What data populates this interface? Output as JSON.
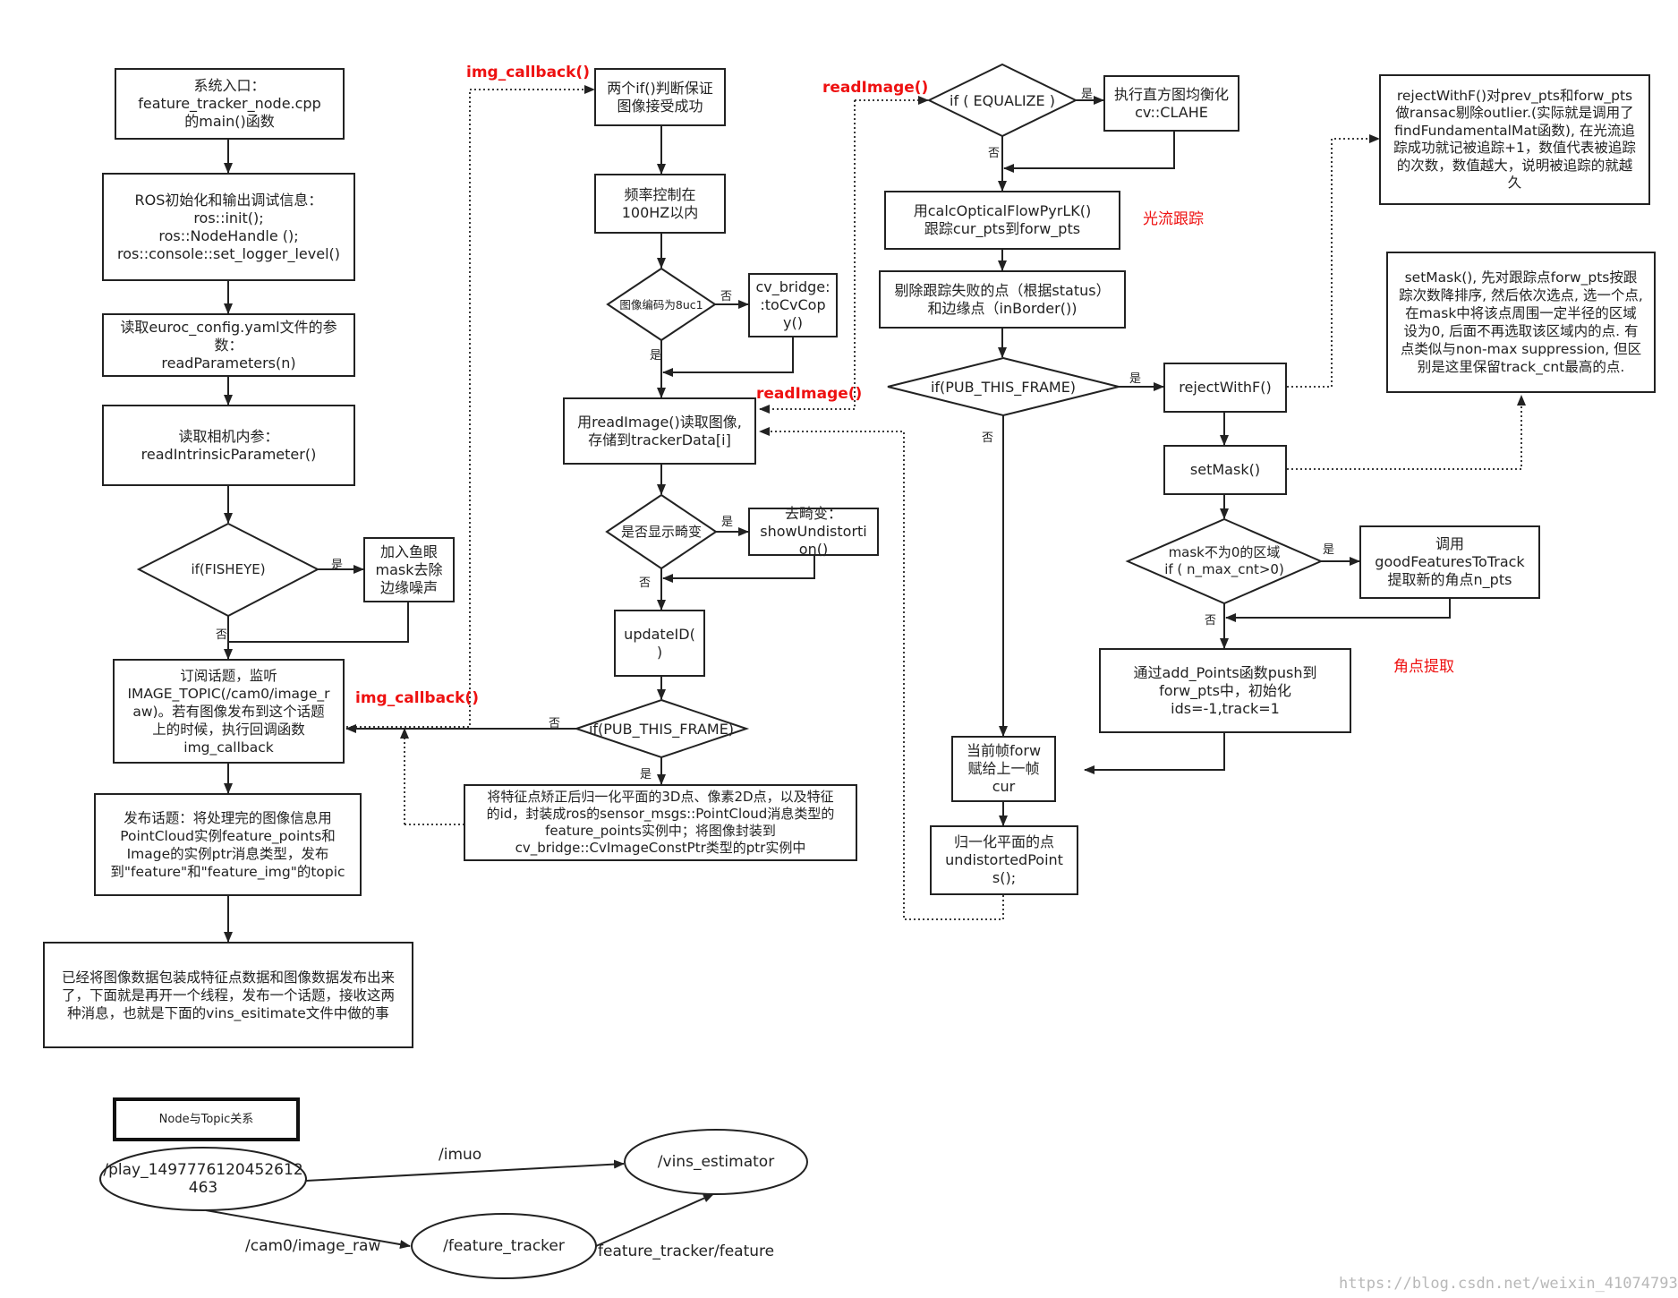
{
  "left_column": {
    "entry": "系统入口：\nfeature_tracker_node.cpp\n的main()函数",
    "ros_init": "ROS初始化和输出调试信息：\nros::init();\nros::NodeHandle ();\nros::console::set_logger_level()",
    "read_config": "读取euroc_config.yaml文件的参\n数：\nreadParameters(n)",
    "read_intrinsic": "读取相机内参：\nreadIntrinsicParameter()",
    "fisheye_decision": "if(FISHEYE)",
    "fisheye_mask": "加入鱼眼\nmask去除\n边缘噪声",
    "subscribe": "订阅话题，监听\nIMAGE_TOPIC(/cam0/image_r\naw)。若有图像发布到这个话题\n上的时候，执行回调函数\nimg_callback",
    "publish": "发布话题：将处理完的图像信息用\nPointCloud实例feature_points和\nImage的实例ptr消息类型，发布\n到\"feature\"和\"feature_img\"的topic",
    "summary": "已经将图像数据包装成特征点数据和图像数据发布出来\n了，下面就是再开一个线程，发布一个话题，接收这两\n种消息，也就是下面的vins_esitimate文件中做的事"
  },
  "middle_column": {
    "check_if": "两个if()判断保证\n图像接受成功",
    "freq": "频率控制在\n100HZ以内",
    "encoding_decision": "图像编码为8uc1",
    "cv_bridge": "cv_bridge:\n:toCvCop\ny()",
    "read_image": "用readImage()读取图像,\n存储到trackerData[i]",
    "show_undistort_decision": "是否显示畸变",
    "show_undistort": "去畸变：\nshowUndistorti\non()",
    "update_id": "updateID(\n)",
    "pub_decision": "if(PUB_THIS_FRAME)",
    "normalize": "将特征点矫正后归一化平面的3D点、像素2D点，以及特征\n的id，封装成ros的sensor_msgs::PointCloud消息类型的\nfeature_points实例中；将图像封装到\ncv_bridge::CvImageConstPtr类型的ptr实例中"
  },
  "right_column": {
    "equalize_decision": "if ( EQUALIZE )",
    "clahe": "执行直方图均衡化\ncv::CLAHE",
    "optical_flow": "用calcOpticalFlowPyrLK()\n跟踪cur_pts到forw_pts",
    "remove_failed": "剔除跟踪失败的点（根据status）\n和边缘点（inBorder())",
    "pub_decision": "if(PUB_THIS_FRAME)",
    "reject_f": "rejectWithF()",
    "set_mask": "setMask()",
    "mask_decision": "mask不为0的区域\nif ( n_max_cnt>0)",
    "good_features": "调用\ngoodFeaturesToTrack\n提取新的角点n_pts",
    "add_points": "通过add_Points函数push到\nforw_pts中，初始化\nids=-1,track=1",
    "assign_frame": "当前帧forw\n赋给上一帧\ncur",
    "undistorted_points": "归一化平面的点\nundistortedPoint\ns();",
    "reject_note": "rejectWithF()对prev_pts和forw_pts\n做ransac剔除outlier.(实际就是调用了\nfindFundamentalMat函数), 在光流追\n踪成功就记被追踪+1，数值代表被追踪\n的次数，数值越大，说明被追踪的就越\n久",
    "set_mask_note": "setMask(), 先对跟踪点forw_pts按跟\n踪次数降排序, 然后依次选点, 选一个点,\n在mask中将该点周围一定半径的区域\n设为0, 后面不再选取该区域内的点. 有\n点类似与non-max suppression, 但区\n别是这里保留track_cnt最高的点."
  },
  "labels": {
    "yes": "是",
    "no": "否",
    "img_callback": "img_callback()",
    "read_image_fn": "readImage()",
    "optical_flow_track": "光流跟踪",
    "corner_extract": "角点提取"
  },
  "node_graph": {
    "title": "Node与Topic关系",
    "play_node": "/play_1497776120452612\n463",
    "vins_node": "/vins_estimator",
    "tracker_node": "/feature_tracker",
    "imu_topic": "/imuo",
    "image_topic": "/cam0/image_raw",
    "feature_topic": "feature_tracker/feature"
  },
  "watermark": "https://blog.csdn.net/weixin_41074793",
  "colors": {
    "line": "#222222",
    "highlight": "#ee1111",
    "background": "#ffffff"
  }
}
